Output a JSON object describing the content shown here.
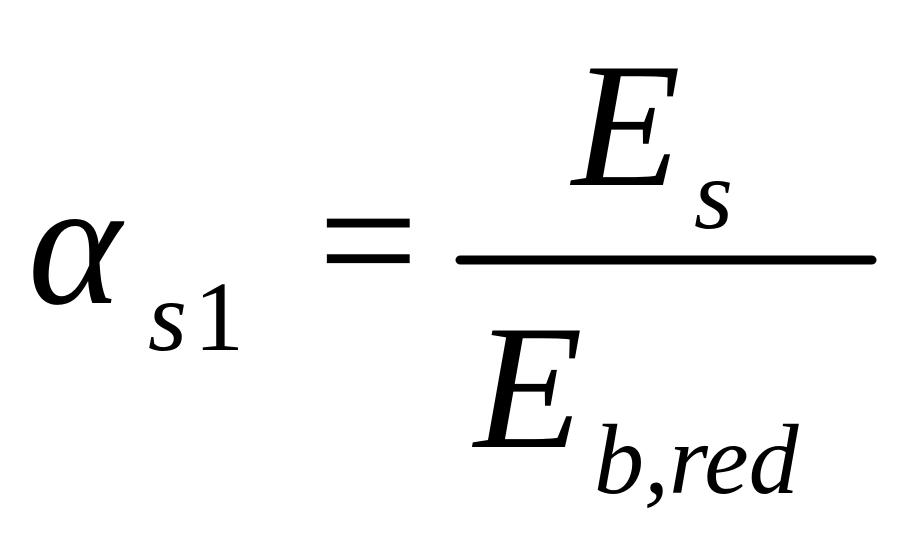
{
  "formula": {
    "lhs": {
      "symbol": "α",
      "subscript_letter": "s",
      "subscript_digit": "1"
    },
    "relation": "=",
    "numerator": {
      "symbol": "E",
      "subscript": "s"
    },
    "denominator": {
      "symbol": "E",
      "subscript": "b,red"
    },
    "colors": {
      "ink": "#000000",
      "background": "#ffffff"
    }
  }
}
